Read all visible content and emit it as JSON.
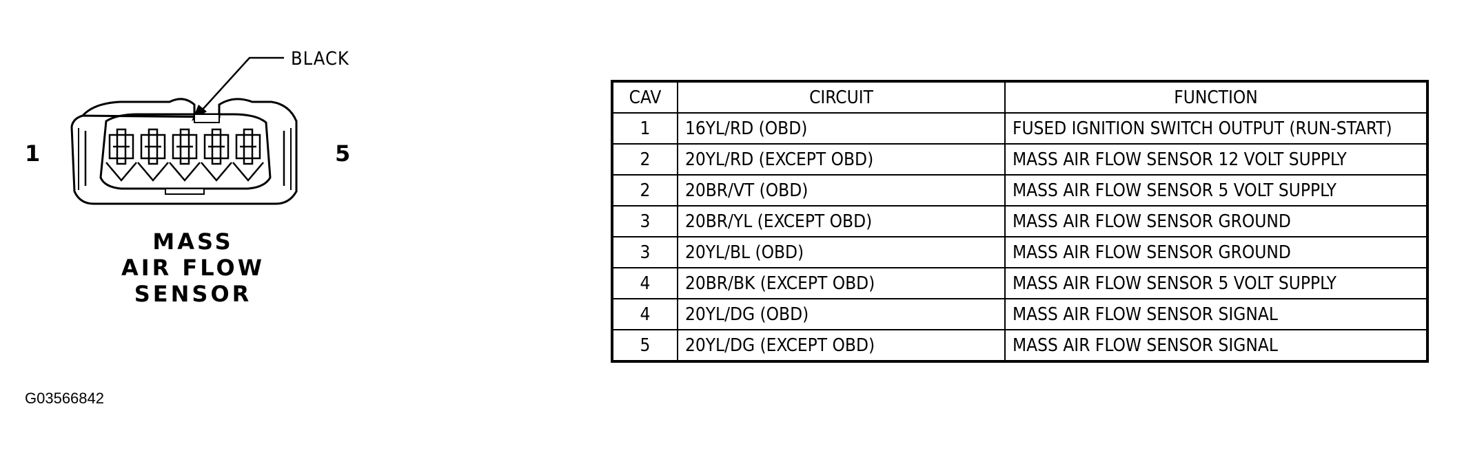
{
  "diagram": {
    "connector_color_label": "BLACK",
    "pin_first_label": "1",
    "pin_last_label": "5",
    "component_name_lines": [
      "MASS",
      "AIR FLOW",
      "SENSOR"
    ],
    "figure_id": "G03566842",
    "terminal_count": 5
  },
  "table": {
    "headers": [
      "CAV",
      "CIRCUIT",
      "FUNCTION"
    ],
    "rows": [
      {
        "cav": "1",
        "circuit": "16YL/RD (OBD)",
        "function": "FUSED IGNITION SWITCH OUTPUT (RUN-START)"
      },
      {
        "cav": "2",
        "circuit": "20YL/RD (EXCEPT OBD)",
        "function": "MASS AIR FLOW SENSOR 12 VOLT SUPPLY"
      },
      {
        "cav": "2",
        "circuit": "20BR/VT (OBD)",
        "function": "MASS AIR FLOW SENSOR 5 VOLT SUPPLY"
      },
      {
        "cav": "3",
        "circuit": "20BR/YL (EXCEPT OBD)",
        "function": "MASS AIR FLOW SENSOR GROUND"
      },
      {
        "cav": "3",
        "circuit": "20YL/BL (OBD)",
        "function": "MASS AIR FLOW SENSOR GROUND"
      },
      {
        "cav": "4",
        "circuit": "20BR/BK (EXCEPT OBD)",
        "function": "MASS AIR FLOW SENSOR 5 VOLT SUPPLY"
      },
      {
        "cav": "4",
        "circuit": "20YL/DG (OBD)",
        "function": "MASS AIR FLOW SENSOR SIGNAL"
      },
      {
        "cav": "5",
        "circuit": "20YL/DG (EXCEPT OBD)",
        "function": "MASS AIR FLOW SENSOR SIGNAL"
      }
    ]
  }
}
